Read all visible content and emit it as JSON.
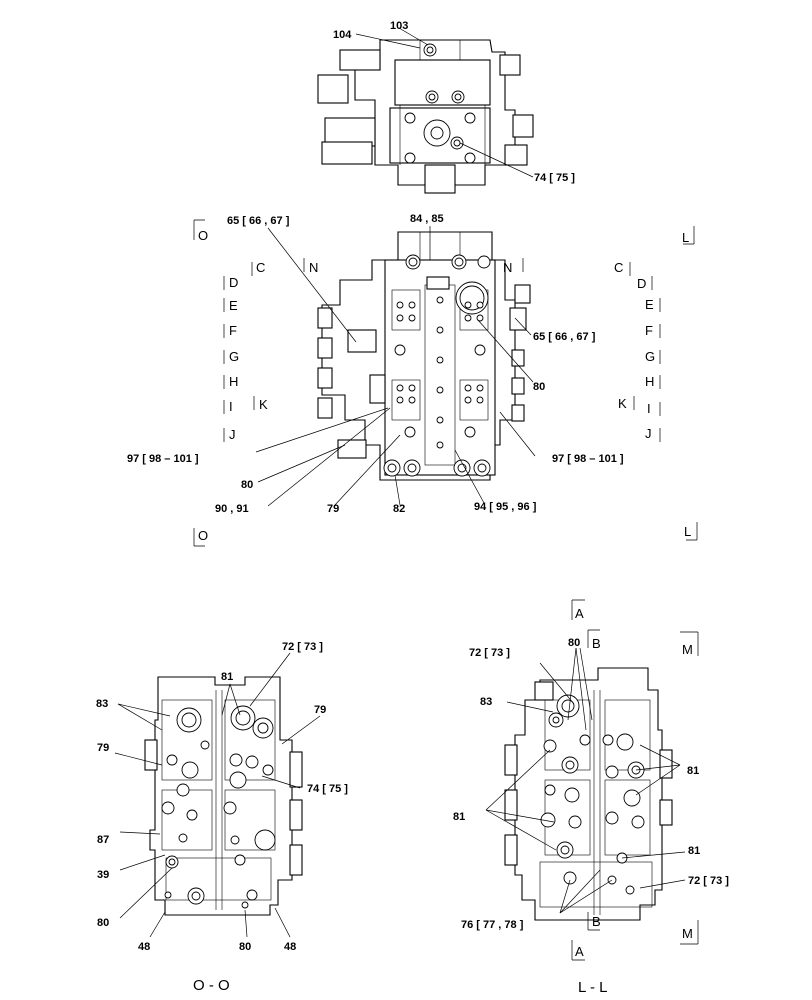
{
  "top_view": {
    "labels": {
      "l104": "104",
      "l103": "103",
      "l74": "74 [ 75 ]"
    }
  },
  "middle_view": {
    "labels": {
      "l65a": "65 [ 66 , 67 ]",
      "l8485": "84 , 85",
      "l65b": "65 [ 66 , 67 ]",
      "l80a": "80",
      "l97a": "97 [ 98 – 101 ]",
      "l97b": "97 [ 98 – 101 ]",
      "l80b": "80",
      "l9091": "90 , 91",
      "l79": "79",
      "l82": "82",
      "l94": "94 [ 95 , 96 ]"
    },
    "section_marks": {
      "O": "O",
      "L": "L",
      "N": "N",
      "C": "C",
      "D": "D",
      "E": "E",
      "F": "F",
      "G": "G",
      "H": "H",
      "I": "I",
      "J": "J",
      "K": "K"
    }
  },
  "section_oo": {
    "caption": "O - O",
    "labels": {
      "l72": "72 [ 73 ]",
      "l81": "81",
      "l83": "83",
      "l79a": "79",
      "l79b": "79",
      "l74": "74 [ 75 ]",
      "l87": "87",
      "l39": "39",
      "l80a": "80",
      "l48a": "48",
      "l80b": "80",
      "l48b": "48"
    }
  },
  "section_ll": {
    "caption": "L - L",
    "labels": {
      "l80": "80",
      "l72a": "72 [ 73 ]",
      "l83": "83",
      "l81a": "81",
      "l81b": "81",
      "l81c": "81",
      "l72b": "72 [ 73 ]",
      "l76": "76 [ 77 , 78 ]"
    },
    "section_marks": {
      "A": "A",
      "B": "B",
      "M": "M"
    }
  }
}
